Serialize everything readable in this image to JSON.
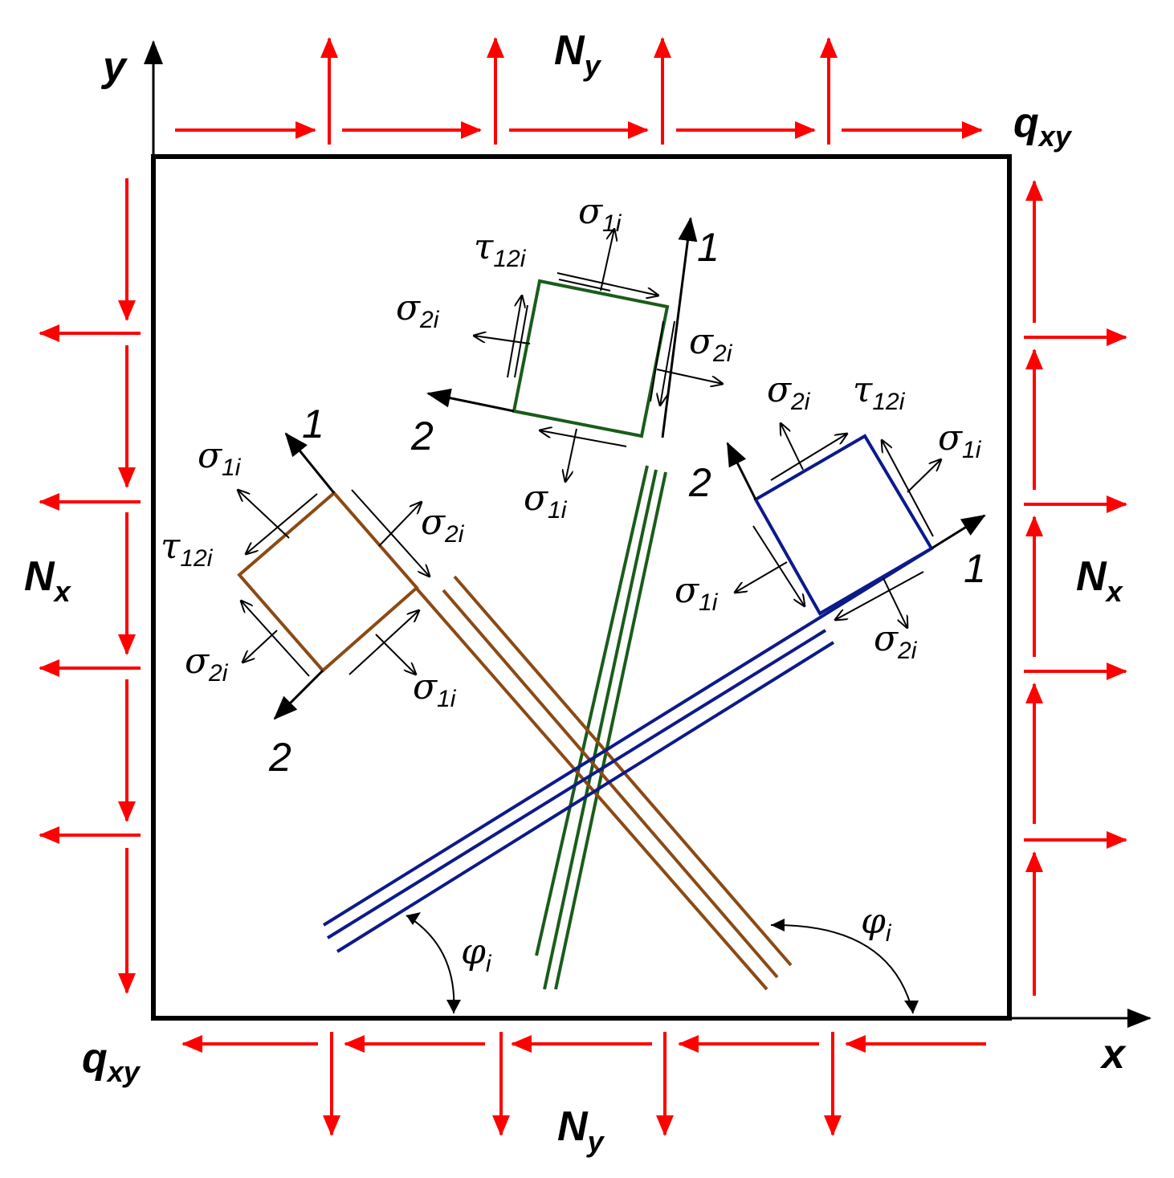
{
  "axes": {
    "x_label": "x",
    "y_label": "y"
  },
  "loads": {
    "Ny_top": "N",
    "Ny_top_sub": "y",
    "Ny_bottom": "N",
    "Ny_bottom_sub": "y",
    "Nx_left": "N",
    "Nx_left_sub": "x",
    "Nx_right": "N",
    "Nx_right_sub": "x",
    "qxy_top": "q",
    "qxy_top_sub": "xy",
    "qxy_bottom": "q",
    "qxy_bottom_sub": "xy"
  },
  "colors": {
    "load": "#ff0000",
    "frame": "#000000",
    "green_fiber": "#1a5c1a",
    "brown_fiber": "#8b4a14",
    "blue_fiber": "#0c1a8a"
  },
  "symbols": {
    "sigma": "σ",
    "tau": "τ",
    "phi": "φ",
    "sub_1i": "1i",
    "sub_2i": "2i",
    "sub_12i": "12i",
    "sub_i": "i"
  },
  "fiber_axes": {
    "one": "1",
    "two": "2"
  },
  "fibers": [
    "green",
    "brown",
    "blue"
  ]
}
